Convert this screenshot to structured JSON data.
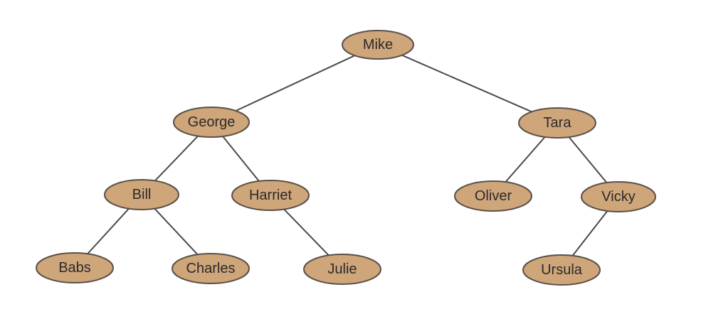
{
  "diagram": {
    "type": "binary-tree",
    "colors": {
      "node_fill": "#cfa57a",
      "node_border": "#5b5048",
      "edge": "#4a4a4a",
      "label": "#2b2b2b",
      "background": "#ffffff"
    },
    "nodes": [
      {
        "id": "mike",
        "label": "Mike"
      },
      {
        "id": "george",
        "label": "George"
      },
      {
        "id": "tara",
        "label": "Tara"
      },
      {
        "id": "bill",
        "label": "Bill"
      },
      {
        "id": "harriet",
        "label": "Harriet"
      },
      {
        "id": "oliver",
        "label": "Oliver"
      },
      {
        "id": "vicky",
        "label": "Vicky"
      },
      {
        "id": "babs",
        "label": "Babs"
      },
      {
        "id": "charles",
        "label": "Charles"
      },
      {
        "id": "julie",
        "label": "Julie"
      },
      {
        "id": "ursula",
        "label": "Ursula"
      }
    ],
    "edges": [
      {
        "from": "mike",
        "to": "george"
      },
      {
        "from": "mike",
        "to": "tara"
      },
      {
        "from": "george",
        "to": "bill"
      },
      {
        "from": "george",
        "to": "harriet"
      },
      {
        "from": "tara",
        "to": "oliver"
      },
      {
        "from": "tara",
        "to": "vicky"
      },
      {
        "from": "bill",
        "to": "babs"
      },
      {
        "from": "bill",
        "to": "charles"
      },
      {
        "from": "harriet",
        "to": "julie"
      },
      {
        "from": "vicky",
        "to": "ursula"
      }
    ]
  }
}
